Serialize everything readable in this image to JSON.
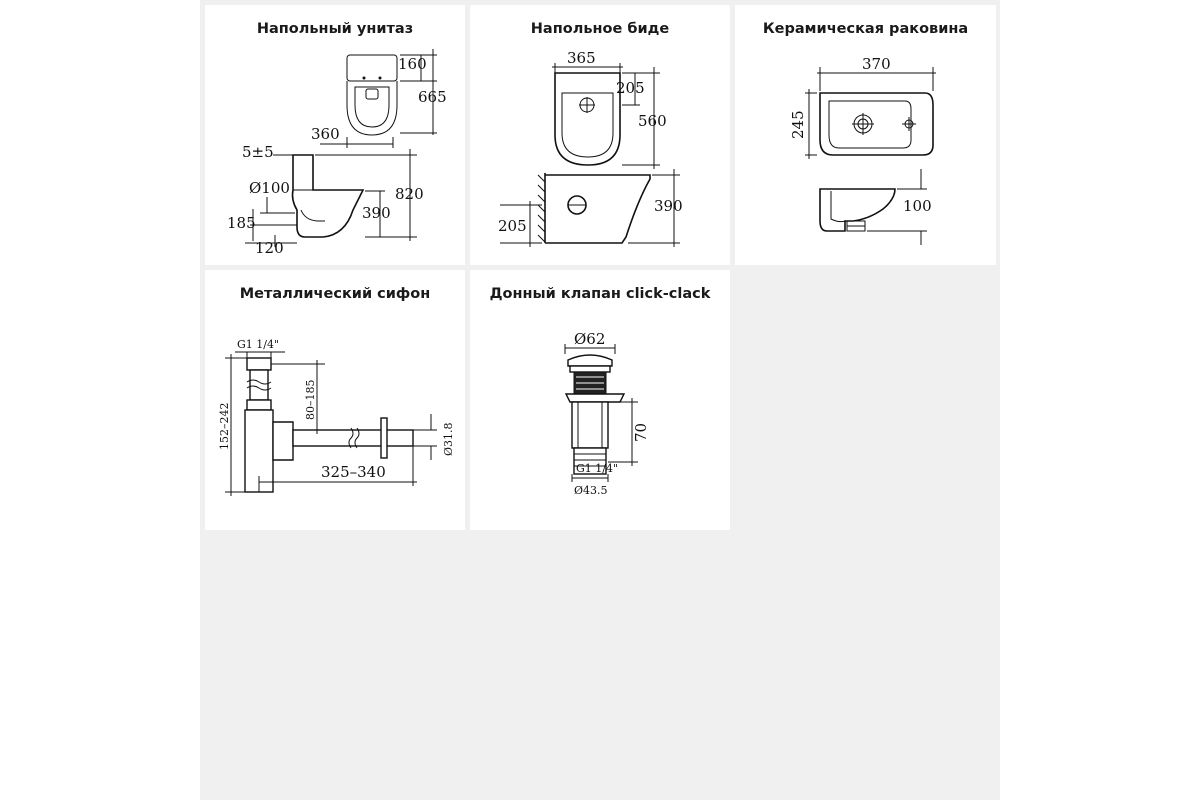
{
  "cards": {
    "toilet": {
      "title": "Напольный унитаз",
      "dims": {
        "d160": "160",
        "d665": "665",
        "d360": "360",
        "d5": "5±5",
        "d820": "820",
        "d100": "Ø100",
        "d390": "390",
        "d185": "185",
        "d120": "120"
      }
    },
    "bidet": {
      "title": "Напольное биде",
      "dims": {
        "d365": "365",
        "d205a": "205",
        "d560": "560",
        "d390": "390",
        "d205b": "205"
      }
    },
    "sink": {
      "title": "Керамическая раковина",
      "dims": {
        "d370": "370",
        "d245": "245",
        "d100": "100"
      }
    },
    "siphon": {
      "title": "Металлический сифон",
      "dims": {
        "g114": "G1 1/4\"",
        "d80": "80–185",
        "d152": "152–242",
        "d318": "Ø31.8",
        "d325": "325–340"
      }
    },
    "valve": {
      "title": "Донный клапан click-clack",
      "dims": {
        "d62": "Ø62",
        "d70": "70",
        "g114": "G1 1/4\"",
        "d435": "Ø43.5"
      }
    }
  },
  "colors": {
    "background": "#f0f0f0",
    "card": "#ffffff",
    "ink": "#111111"
  }
}
